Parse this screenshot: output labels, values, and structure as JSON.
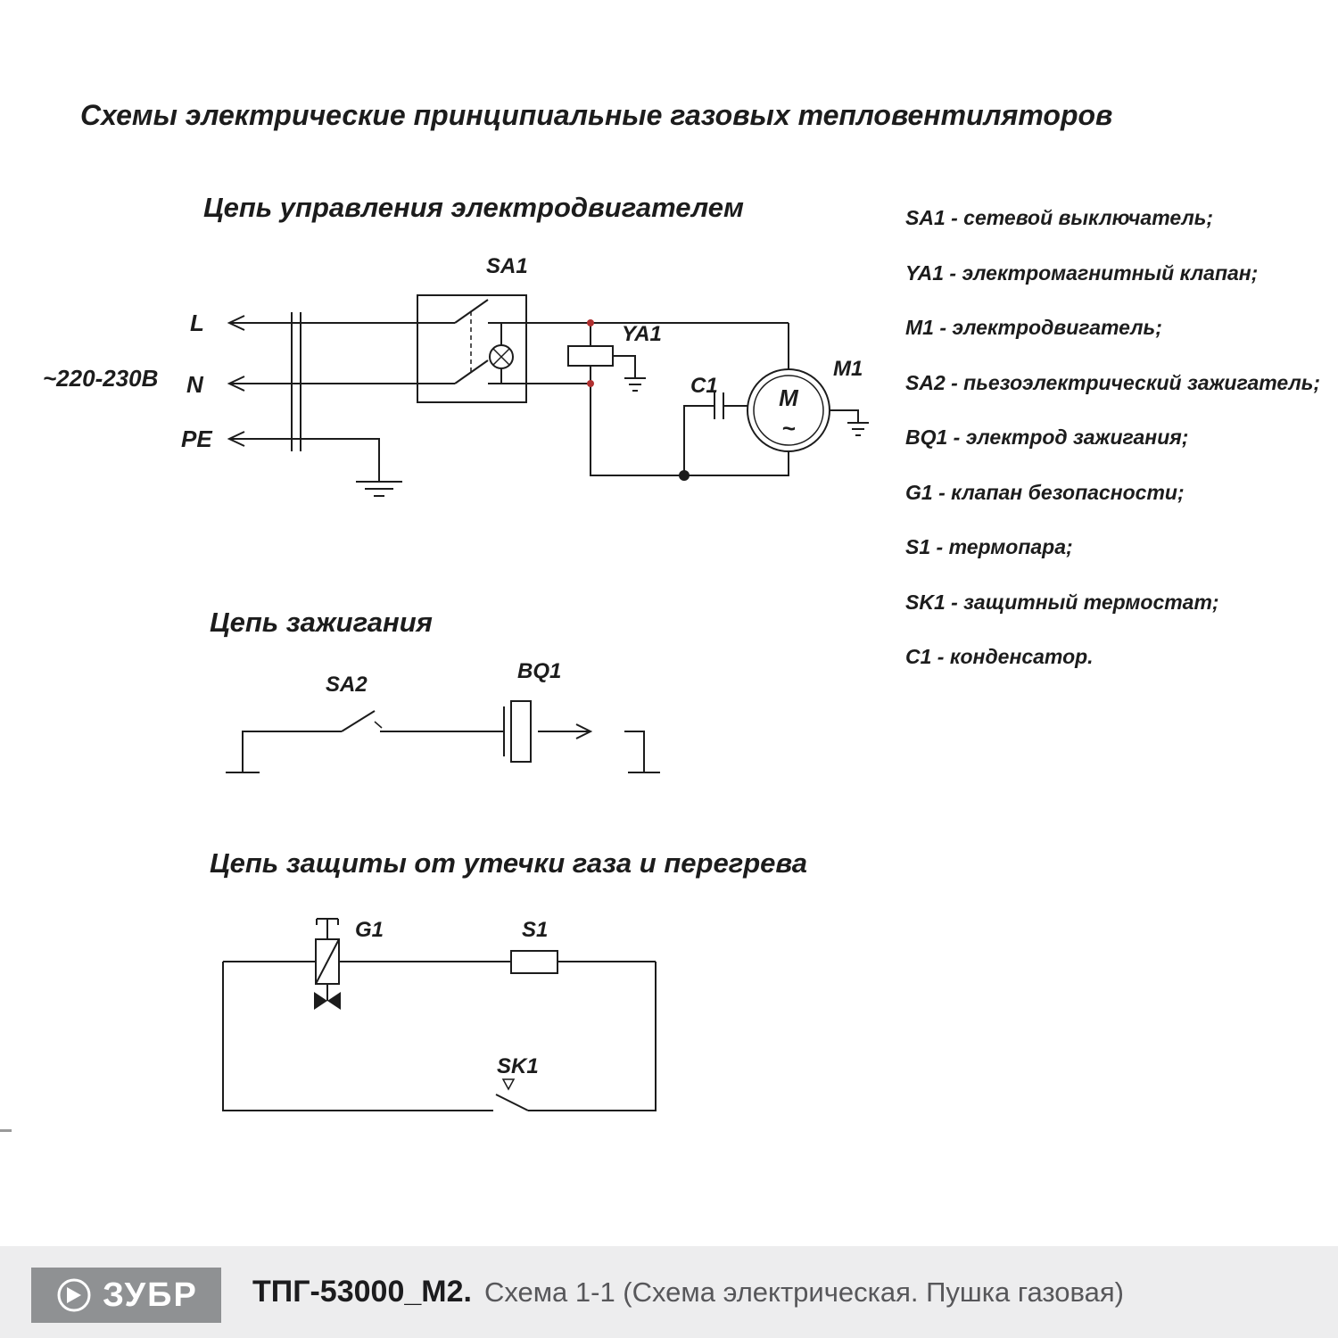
{
  "title": "Схемы электрические принципиальные газовых тепловентиляторов",
  "motor_circuit": {
    "heading": "Цепь управления электродвигателем",
    "voltage": "~220-230В",
    "terminal_l": "L",
    "terminal_n": "N",
    "terminal_pe": "PE",
    "sa1": "SA1",
    "ya1": "YA1",
    "c1": "C1",
    "m1": "M1",
    "motor_letter": "M",
    "motor_ac": "~"
  },
  "ignition_circuit": {
    "heading": "Цепь зажигания",
    "sa2": "SA2",
    "bq1": "BQ1"
  },
  "protection_circuit": {
    "heading": "Цепь защиты от утечки газа и перегрева",
    "g1": "G1",
    "s1": "S1",
    "sk1": "SK1"
  },
  "legend": [
    "SA1 - сетевой выключатель;",
    "YA1 - электромагнитный клапан;",
    "M1 - электродвигатель;",
    "SA2 - пьезоэлектрический зажигатель;",
    "BQ1 - электрод зажигания;",
    "G1 - клапан безопасности;",
    "S1 - термопара;",
    "SK1 - защитный термостат;",
    "C1 - конденсатор."
  ],
  "colors": {
    "junction_red": "#b03030",
    "line_black": "#1c1c1c",
    "footer_bar": "#ededee",
    "logo_bg": "#8f9193",
    "caption_gray": "#57575a"
  },
  "footer": {
    "brand": "ЗУБР",
    "model": "ТПГ-53000_М2.",
    "caption": "Схема 1-1 (Схема электрическая. Пушка газовая)"
  }
}
